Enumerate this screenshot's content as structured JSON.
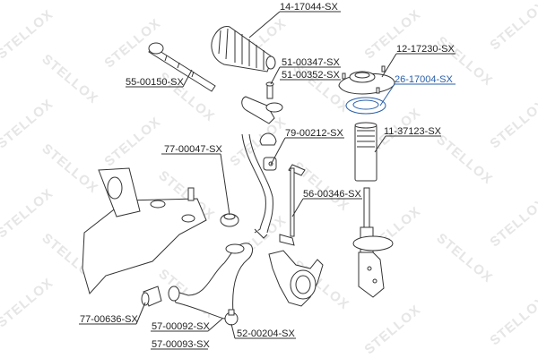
{
  "watermark": {
    "text": "STELLOX",
    "color": "#e6e6e6"
  },
  "colors": {
    "line": "#333333",
    "label": "#222222",
    "highlight": "#2a5fa8"
  },
  "parts": [
    {
      "id": "14-17044-SX",
      "label": "14-17044-SX",
      "component": "steering-rack-boot"
    },
    {
      "id": "55-00150-SX",
      "label": "55-00150-SX",
      "component": "inner-tie-rod"
    },
    {
      "id": "51-00347-SX",
      "label": "51-00347-SX",
      "component": "tie-rod-end"
    },
    {
      "id": "51-00352-SX",
      "label": "51-00352-SX",
      "component": "tie-rod-end"
    },
    {
      "id": "12-17230-SX",
      "label": "12-17230-SX",
      "component": "strut-top-mount"
    },
    {
      "id": "26-17004-SX",
      "label": "26-17004-SX",
      "component": "strut-bearing",
      "highlighted": true
    },
    {
      "id": "11-37123-SX",
      "label": "11-37123-SX",
      "component": "strut-dust-boot"
    },
    {
      "id": "77-00047-SX",
      "label": "77-00047-SX",
      "component": "subframe-bushing"
    },
    {
      "id": "79-00212-SX",
      "label": "79-00212-SX",
      "component": "stabilizer-bushing"
    },
    {
      "id": "56-00346-SX",
      "label": "56-00346-SX",
      "component": "stabilizer-link"
    },
    {
      "id": "77-00636-SX",
      "label": "77-00636-SX",
      "component": "control-arm-bushing"
    },
    {
      "id": "57-00092-SX",
      "label": "57-00092-SX",
      "component": "control-arm"
    },
    {
      "id": "57-00093-SX",
      "label": "57-00093-SX",
      "component": "control-arm"
    },
    {
      "id": "52-00204-SX",
      "label": "52-00204-SX",
      "component": "ball-joint"
    }
  ]
}
